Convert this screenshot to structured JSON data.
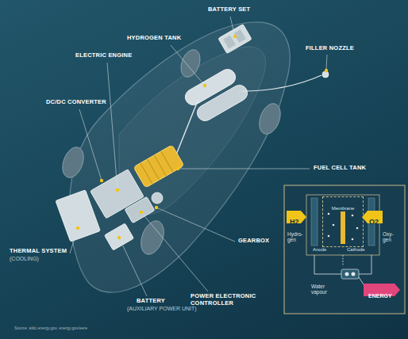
{
  "diagram": {
    "nodes": [
      {
        "text": [
          "Membrane"
        ]
      },
      {
        "text": [
          "H2"
        ]
      },
      {
        "text": [
          "O2"
        ]
      },
      {
        "text": [
          "ENERGY"
        ]
      }
    ],
    "labels": [
      "BATTERY SET",
      "FILLER NOZZLE",
      "HYDROGEN TANK",
      "ELECTRIC ENGINE",
      "DC/DC CONVERTER",
      "FUEL CELL TANK",
      "THERMAL SYSTEM",
      "(COOLING)",
      "GEARBOX",
      "BATTERY",
      "(AUXILIARY POWER UNIT)",
      "POWER ELECTRONIC CONTROLLER",
      "Hydro-gen",
      "Oxy-gen",
      "Anode",
      "Cathode",
      "Water vapour",
      "Source: afdc.energy.gov, energy.gov/eere"
    ]
  }
}
